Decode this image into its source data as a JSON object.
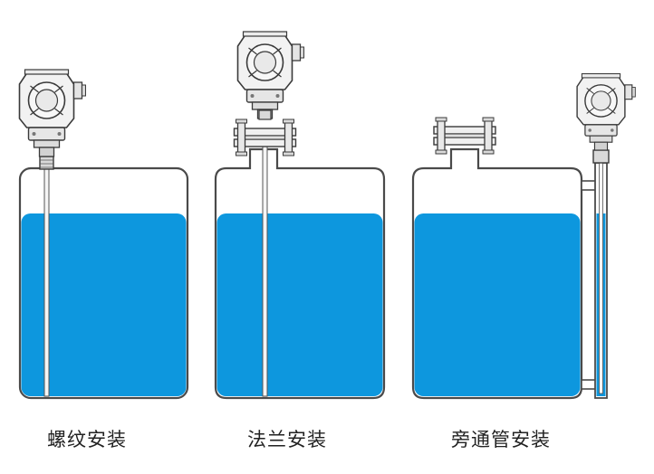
{
  "diagram": {
    "colors": {
      "liquid": "#0d97de",
      "tank_outline": "#4a4a4a",
      "tank_fill": "#ffffff",
      "device_body": "#f2f2f2",
      "device_outline": "#3a3a3a",
      "caption": "#222222"
    },
    "fill_level": 0.78,
    "installations": [
      {
        "id": "thread",
        "label": "螺纹安装"
      },
      {
        "id": "flange",
        "label": "法兰安装"
      },
      {
        "id": "bypass",
        "label": "旁通管安装"
      }
    ]
  }
}
